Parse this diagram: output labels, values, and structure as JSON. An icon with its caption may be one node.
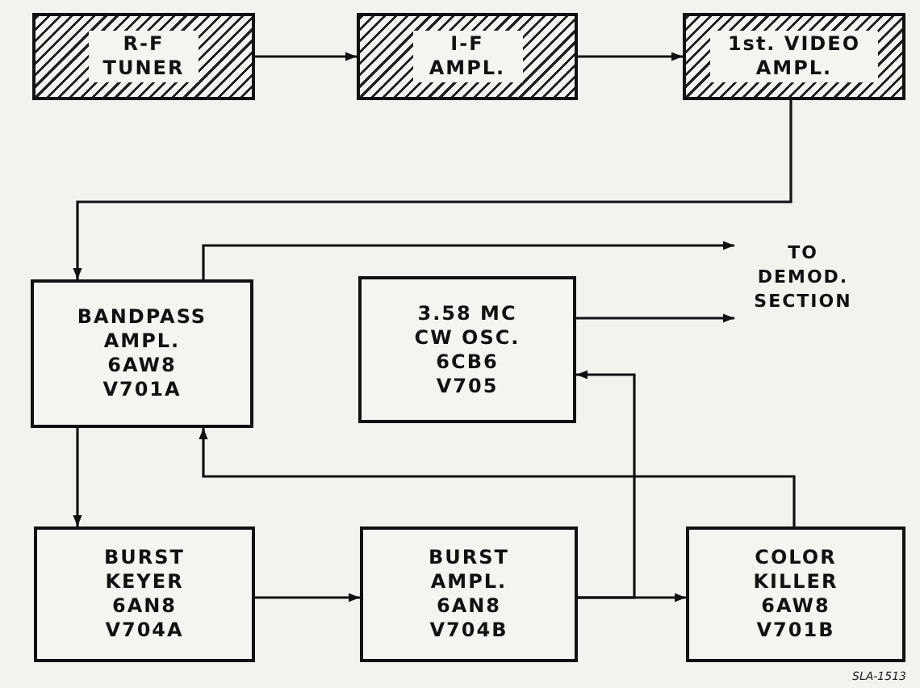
{
  "diagram": {
    "nodes": [
      {
        "text": [
          "R-F TUNER"
        ]
      },
      {
        "text": [
          "I-F AMPL."
        ]
      },
      {
        "text": [
          "1st. VIDEO AMPL."
        ]
      },
      {
        "text": [
          "BANDPASS AMPL.",
          "6AW8",
          "V701A"
        ]
      },
      {
        "text": [
          "3.58 MC CW OSC.",
          "6CB6",
          "V705"
        ]
      },
      {
        "text": [
          "TO DEMOD. SECTION"
        ]
      },
      {
        "text": [
          "BURST KEYER",
          "6AN8",
          "V704A"
        ]
      },
      {
        "text": [
          "BURST AMPL.",
          "6AN8",
          "V704B"
        ]
      },
      {
        "text": [
          "COLOR KILLER",
          "6AW8",
          "V701B"
        ]
      }
    ],
    "edges": [
      {
        "from": 0,
        "to": 1,
        "arrow": "to"
      },
      {
        "from": 1,
        "to": 2,
        "arrow": "to"
      },
      {
        "from": 2,
        "to": 3,
        "arrow": "to"
      },
      {
        "from": 3,
        "to": 5,
        "arrow": "to"
      },
      {
        "from": 4,
        "to": 5,
        "arrow": "to"
      },
      {
        "from": 3,
        "to": 6,
        "arrow": "to"
      },
      {
        "from": 6,
        "to": 7,
        "arrow": "to"
      },
      {
        "from": 7,
        "to": 8,
        "arrow": "to"
      },
      {
        "from": 7,
        "to": 4,
        "arrow": "to"
      },
      {
        "from": 8,
        "to": 3,
        "arrow": "to"
      }
    ],
    "labels": [
      "SLA-1513"
    ]
  }
}
